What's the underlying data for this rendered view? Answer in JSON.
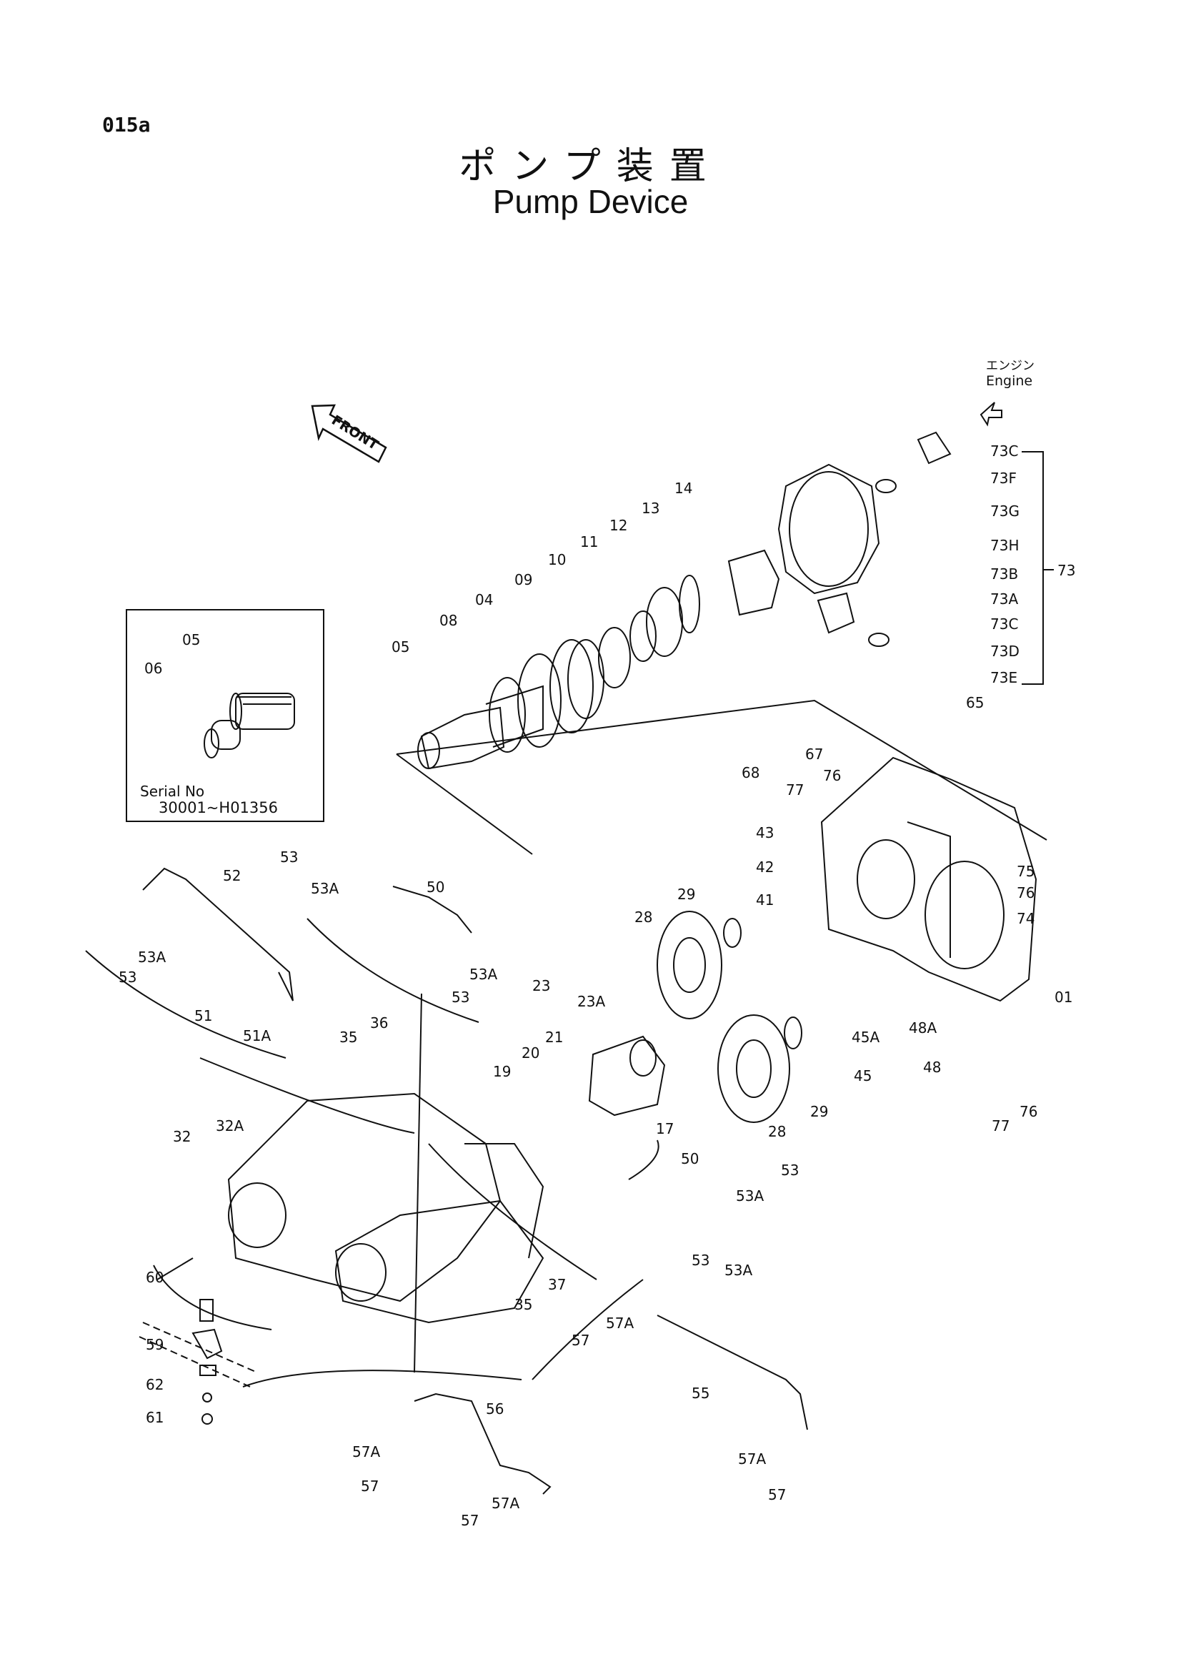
{
  "page_code": "015a",
  "title_jp": "ポンプ装置",
  "title_en": "Pump Device",
  "engine": {
    "label_jp": "エンジン",
    "label_en": "Engine"
  },
  "front_label": "FRONT",
  "serial": {
    "label": "Serial No",
    "range": "30001~H01356"
  },
  "callouts": [
    "015a",
    "05",
    "06",
    "05",
    "08",
    "04",
    "09",
    "10",
    "11",
    "12",
    "13",
    "14",
    "73C",
    "73F",
    "73G",
    "73H",
    "73B",
    "73A",
    "73C",
    "73D",
    "73E",
    "73",
    "65",
    "67",
    "68",
    "76",
    "77",
    "75",
    "76",
    "74",
    "01",
    "43",
    "42",
    "41",
    "29",
    "28",
    "23",
    "23A",
    "21",
    "20",
    "19",
    "17",
    "45A",
    "45",
    "48A",
    "48",
    "77",
    "76",
    "29",
    "28",
    "53",
    "53A",
    "50",
    "53A",
    "53",
    "52",
    "53A",
    "53",
    "51",
    "51A",
    "36",
    "35",
    "32",
    "32A",
    "50",
    "53",
    "53A",
    "53",
    "53A",
    "37",
    "35",
    "60",
    "59",
    "62",
    "61",
    "56",
    "57A",
    "57",
    "57",
    "57A",
    "57",
    "57A",
    "55",
    "57A",
    "57"
  ]
}
